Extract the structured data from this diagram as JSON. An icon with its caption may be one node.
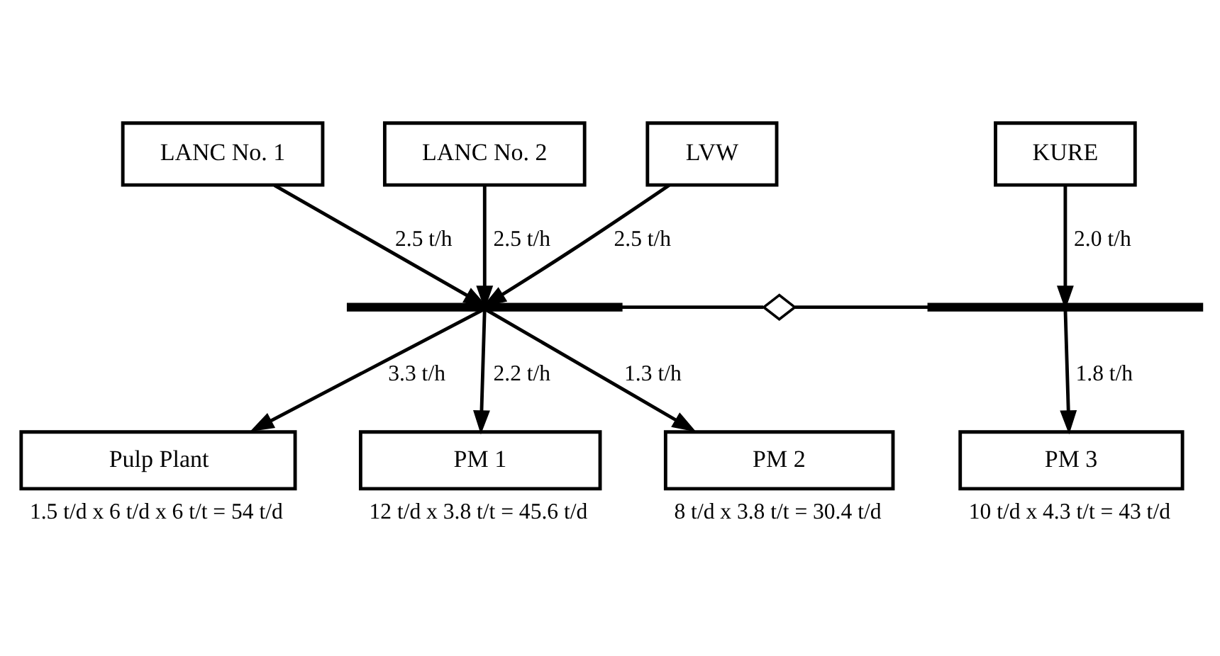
{
  "diagram": {
    "nodes": [
      {
        "text": [
          "LANC No. 1"
        ]
      },
      {
        "text": [
          "LANC No. 2"
        ]
      },
      {
        "text": [
          "LVW"
        ]
      },
      {
        "text": [
          "KURE"
        ]
      },
      {
        "text": [],
        "shape": "bar"
      },
      {
        "text": [],
        "shape": "valve"
      },
      {
        "text": [],
        "shape": "bar"
      },
      {
        "text": [
          "Pulp Plant"
        ],
        "beside": [
          "1.5 t/d x 6 t/d x 6 t/t = 54 t/d"
        ]
      },
      {
        "text": [
          "PM 1"
        ],
        "beside": [
          "12 t/d x 3.8 t/t = 45.6 t/d"
        ]
      },
      {
        "text": [
          "PM 2"
        ],
        "beside": [
          "8 t/d x 3.8 t/t = 30.4 t/d"
        ]
      },
      {
        "text": [
          "PM 3"
        ],
        "beside": [
          "10 t/d x 4.3 t/t = 43 t/d"
        ]
      }
    ],
    "edges": [
      {
        "from": 0,
        "to": 4,
        "arrow": "to",
        "label": "2.5 t/h"
      },
      {
        "from": 1,
        "to": 4,
        "arrow": "to",
        "label": "2.5 t/h"
      },
      {
        "from": 2,
        "to": 4,
        "arrow": "to",
        "label": "2.5 t/h"
      },
      {
        "from": 3,
        "to": 6,
        "arrow": "to",
        "label": "2.0 t/h"
      },
      {
        "from": 4,
        "to": 5,
        "arrow": "none"
      },
      {
        "from": 5,
        "to": 6,
        "arrow": "none"
      },
      {
        "from": 4,
        "to": 7,
        "arrow": "to",
        "label": "3.3 t/h"
      },
      {
        "from": 4,
        "to": 8,
        "arrow": "to",
        "label": "2.2 t/h"
      },
      {
        "from": 4,
        "to": 9,
        "arrow": "to",
        "label": "1.3 t/h"
      },
      {
        "from": 6,
        "to": 10,
        "arrow": "to",
        "label": "1.8 t/h"
      }
    ]
  }
}
